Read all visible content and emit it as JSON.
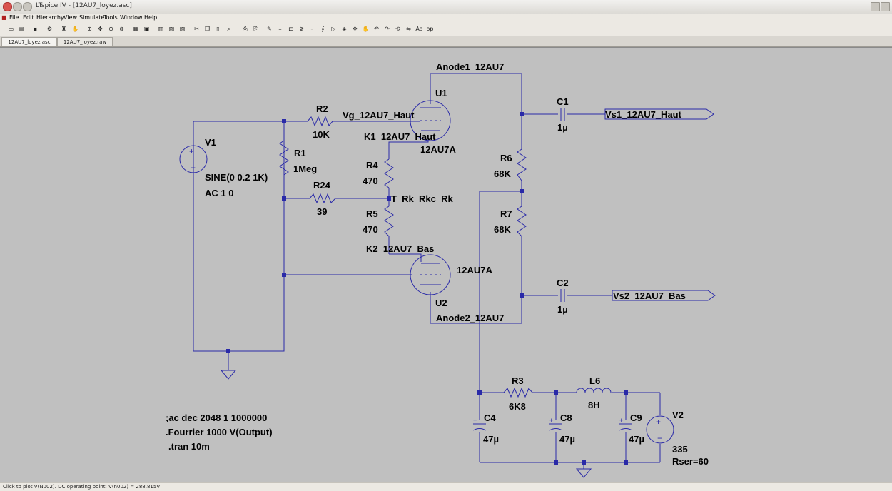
{
  "window": {
    "title": "LTspice IV - [12AU7_loyez.asc]"
  },
  "menu": [
    "File",
    "Edit",
    "Hierarchy",
    "View",
    "Simulate",
    "Tools",
    "Window",
    "Help"
  ],
  "tabs": [
    {
      "label": "12AU7_loyez.asc",
      "active": true
    },
    {
      "label": "12AU7_loyez.raw",
      "active": false
    }
  ],
  "schematic": {
    "components": {
      "V1": {
        "name": "V1",
        "value": "SINE(0 0.2 1K)",
        "ac": "AC 1 0"
      },
      "R1": {
        "name": "R1",
        "value": "1Meg"
      },
      "R2": {
        "name": "R2",
        "value": "10K"
      },
      "R24": {
        "name": "R24",
        "value": "39"
      },
      "R4": {
        "name": "R4",
        "value": "470"
      },
      "R5": {
        "name": "R5",
        "value": "470"
      },
      "R6": {
        "name": "R6",
        "value": "68K"
      },
      "R7": {
        "name": "R7",
        "value": "68K"
      },
      "C1": {
        "name": "C1",
        "value": "1µ"
      },
      "C2": {
        "name": "C2",
        "value": "1µ"
      },
      "U1": {
        "name": "U1",
        "model": "12AU7A"
      },
      "U2": {
        "name": "U2",
        "model": "12AU7A"
      },
      "R3": {
        "name": "R3",
        "value": "6K8"
      },
      "L6": {
        "name": "L6",
        "value": "8H"
      },
      "C4": {
        "name": "C4",
        "value": "47µ"
      },
      "C8": {
        "name": "C8",
        "value": "47µ"
      },
      "C9": {
        "name": "C9",
        "value": "47µ"
      },
      "V2": {
        "name": "V2",
        "value": "335",
        "rser": "Rser=60"
      }
    },
    "net_labels": {
      "anode1": "Anode1_12AU7",
      "anode2": "Anode2_12AU7",
      "vg": "Vg_12AU7_Haut",
      "k1": "K1_12AU7_Haut",
      "k2": "K2_12AU7_Bas",
      "trk": "T_Rk_Rkc_Rk",
      "vs1": "Vs1_12AU7_Haut",
      "vs2": "Vs2_12AU7_Bas"
    },
    "directives": [
      ";ac dec 2048 1 1000000",
      ".Fourrier 1000 V(Output)",
      ".tran 10m"
    ]
  },
  "status": {
    "text": "Click to plot V(N002).  DC operating point: V(n002) = 288.815V"
  },
  "colors": {
    "wire": "#2a2aa8",
    "canvas": "#c0c0c0",
    "text": "#000000"
  }
}
